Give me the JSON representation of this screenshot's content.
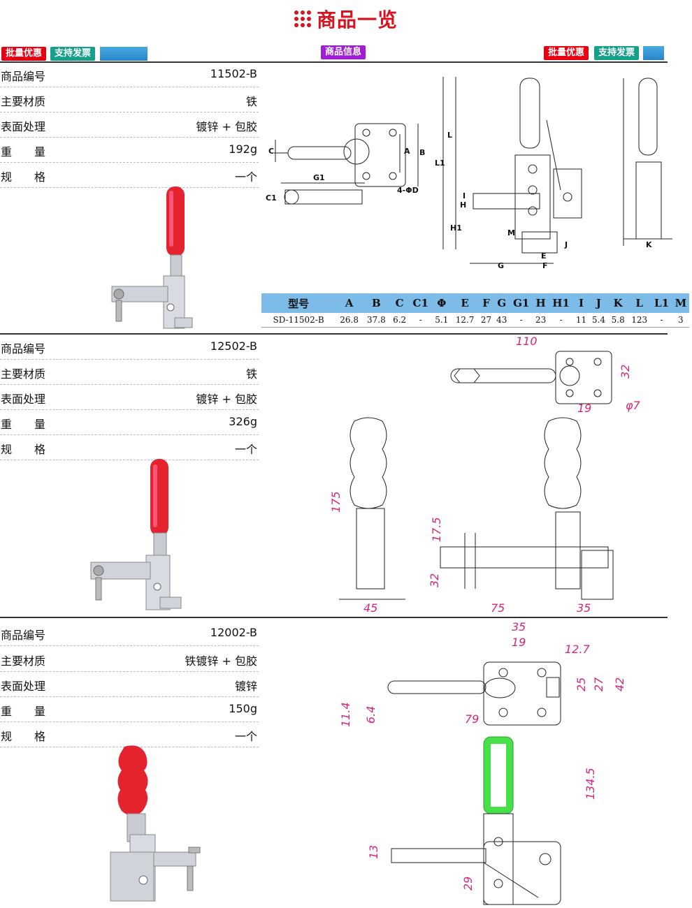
{
  "page_title": "商品一览",
  "header_left_tags": [
    "批量优惠",
    "支持发票"
  ],
  "header_center_tag": "商品信息",
  "header_right_tags": [
    "批量优惠",
    "支持发票"
  ],
  "colors": {
    "accent_red": "#e60012",
    "teal": "#16a08a",
    "purple": "#a21bd8",
    "dim_pink": "#d4267b",
    "table_blue": "#7dbce8"
  },
  "products": [
    {
      "specs": [
        {
          "key": "商品编号",
          "value": "11502-B"
        },
        {
          "key": "主要材质",
          "value": "铁"
        },
        {
          "key": "表面处理",
          "value": "镀锌 + 包胶"
        },
        {
          "key": "重　　量",
          "value": "192g"
        },
        {
          "key": "规　　格",
          "value": "一个"
        }
      ],
      "drawing_labels": [
        "C",
        "B",
        "A",
        "G1",
        "4-ΦD",
        "C1",
        "L1",
        "L",
        "H",
        "H1",
        "M",
        "I",
        "J",
        "E",
        "F",
        "G",
        "K"
      ]
    },
    {
      "specs": [
        {
          "key": "商品编号",
          "value": "12502-B"
        },
        {
          "key": "主要材质",
          "value": "铁"
        },
        {
          "key": "表面处理",
          "value": "镀锌 + 包胶"
        },
        {
          "key": "重　　量",
          "value": "326g"
        },
        {
          "key": "规　　格",
          "value": "一个"
        }
      ],
      "dims": {
        "top_len": "110",
        "h32": "32",
        "w19": "19",
        "hole": "φ7",
        "h175": "175",
        "w45": "45",
        "h17_5": "17.5",
        "h32b": "32",
        "w75": "75",
        "w35": "35"
      }
    },
    {
      "specs": [
        {
          "key": "商品编号",
          "value": "12002-B"
        },
        {
          "key": "主要材质",
          "value": "铁镀锌 + 包胶"
        },
        {
          "key": "表面处理",
          "value": "镀锌"
        },
        {
          "key": "重　　量",
          "value": "150g"
        },
        {
          "key": "规　　格",
          "value": "一个"
        }
      ],
      "dims": {
        "w35": "35",
        "w19": "19",
        "w12_7": "12.7",
        "h25": "25",
        "h27": "27",
        "h42": "42",
        "h11_4": "11.4",
        "h6_4": "6.4",
        "w79": "79",
        "h134_5": "134.5",
        "h13": "13",
        "h29": "29"
      }
    }
  ],
  "table": {
    "headers": [
      "型号",
      "A",
      "B",
      "C",
      "C1",
      "Φ",
      "E",
      "F",
      "G",
      "G1",
      "H",
      "H1",
      "I",
      "J",
      "K",
      "L",
      "L1",
      "M"
    ],
    "row": [
      "SD-11502-B",
      "26.8",
      "37.8",
      "6.2",
      "-",
      "5.1",
      "12.7",
      "27",
      "43",
      "-",
      "23",
      "-",
      "11",
      "5.4",
      "5.8",
      "123",
      "-",
      "3"
    ]
  }
}
